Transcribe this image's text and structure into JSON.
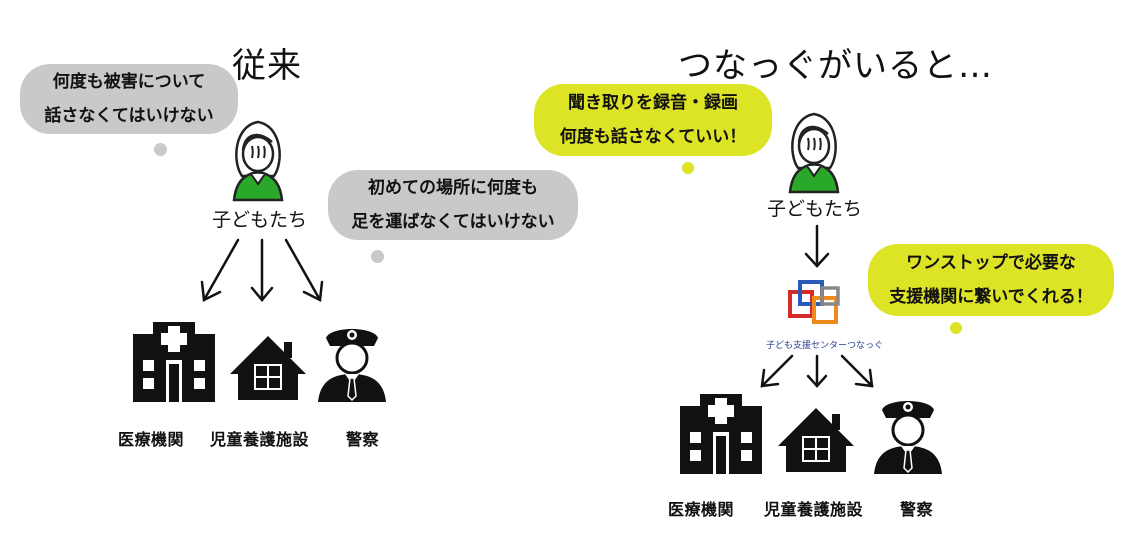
{
  "left": {
    "title": "従来",
    "bubble1": [
      "何度も被害について",
      "話さなくてはいけない"
    ],
    "bubble2": [
      "初めての場所に何度も",
      "足を運ばなくてはいけない"
    ],
    "child_label": "子どもたち",
    "institutions": [
      "医療機関",
      "児童養護施設",
      "警察"
    ]
  },
  "right": {
    "title": "つなっぐがいると…",
    "bubble1": [
      "聞き取りを録音・録画",
      "何度も話さなくていい！"
    ],
    "bubble2": [
      "ワンストップで必要な",
      "支援機関に繋いでくれる！"
    ],
    "child_label": "子どもたち",
    "logo_text": "子ども支援センターつなっぐ",
    "institutions": [
      "医療機関",
      "児童養護施設",
      "警察"
    ]
  },
  "colors": {
    "gray_bubble": "#c9c9c9",
    "yellow_bubble": "#dde325",
    "shirt": "#2aa82a"
  }
}
